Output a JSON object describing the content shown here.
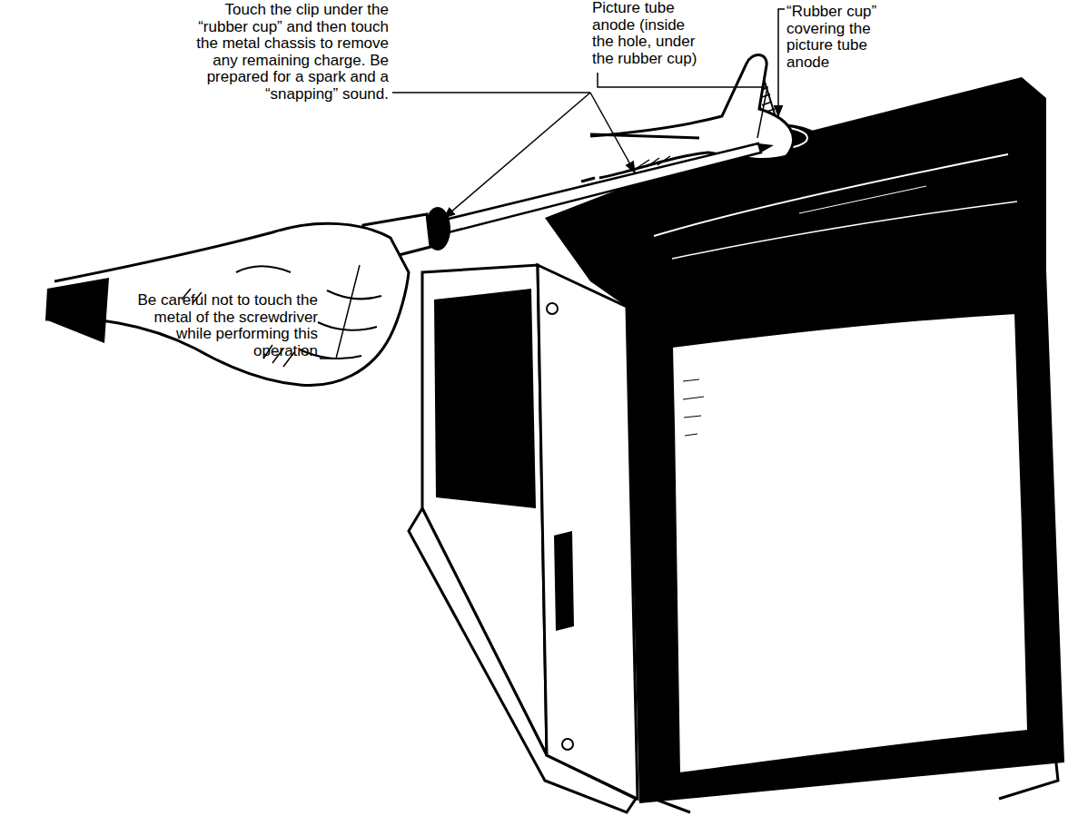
{
  "diagram": {
    "labels": [
      "Touch the clip under the “rubber cup” and then touch the metal chassis to remove any remaining charge. Be prepared for a spark and a “snapping” sound.",
      "Picture tube anode (inside the hole, under the rubber cup)",
      "“Rubber cup” covering the picture tube anode",
      "Be careful not to touch the metal of the screwdriver while performing this operation"
    ]
  }
}
